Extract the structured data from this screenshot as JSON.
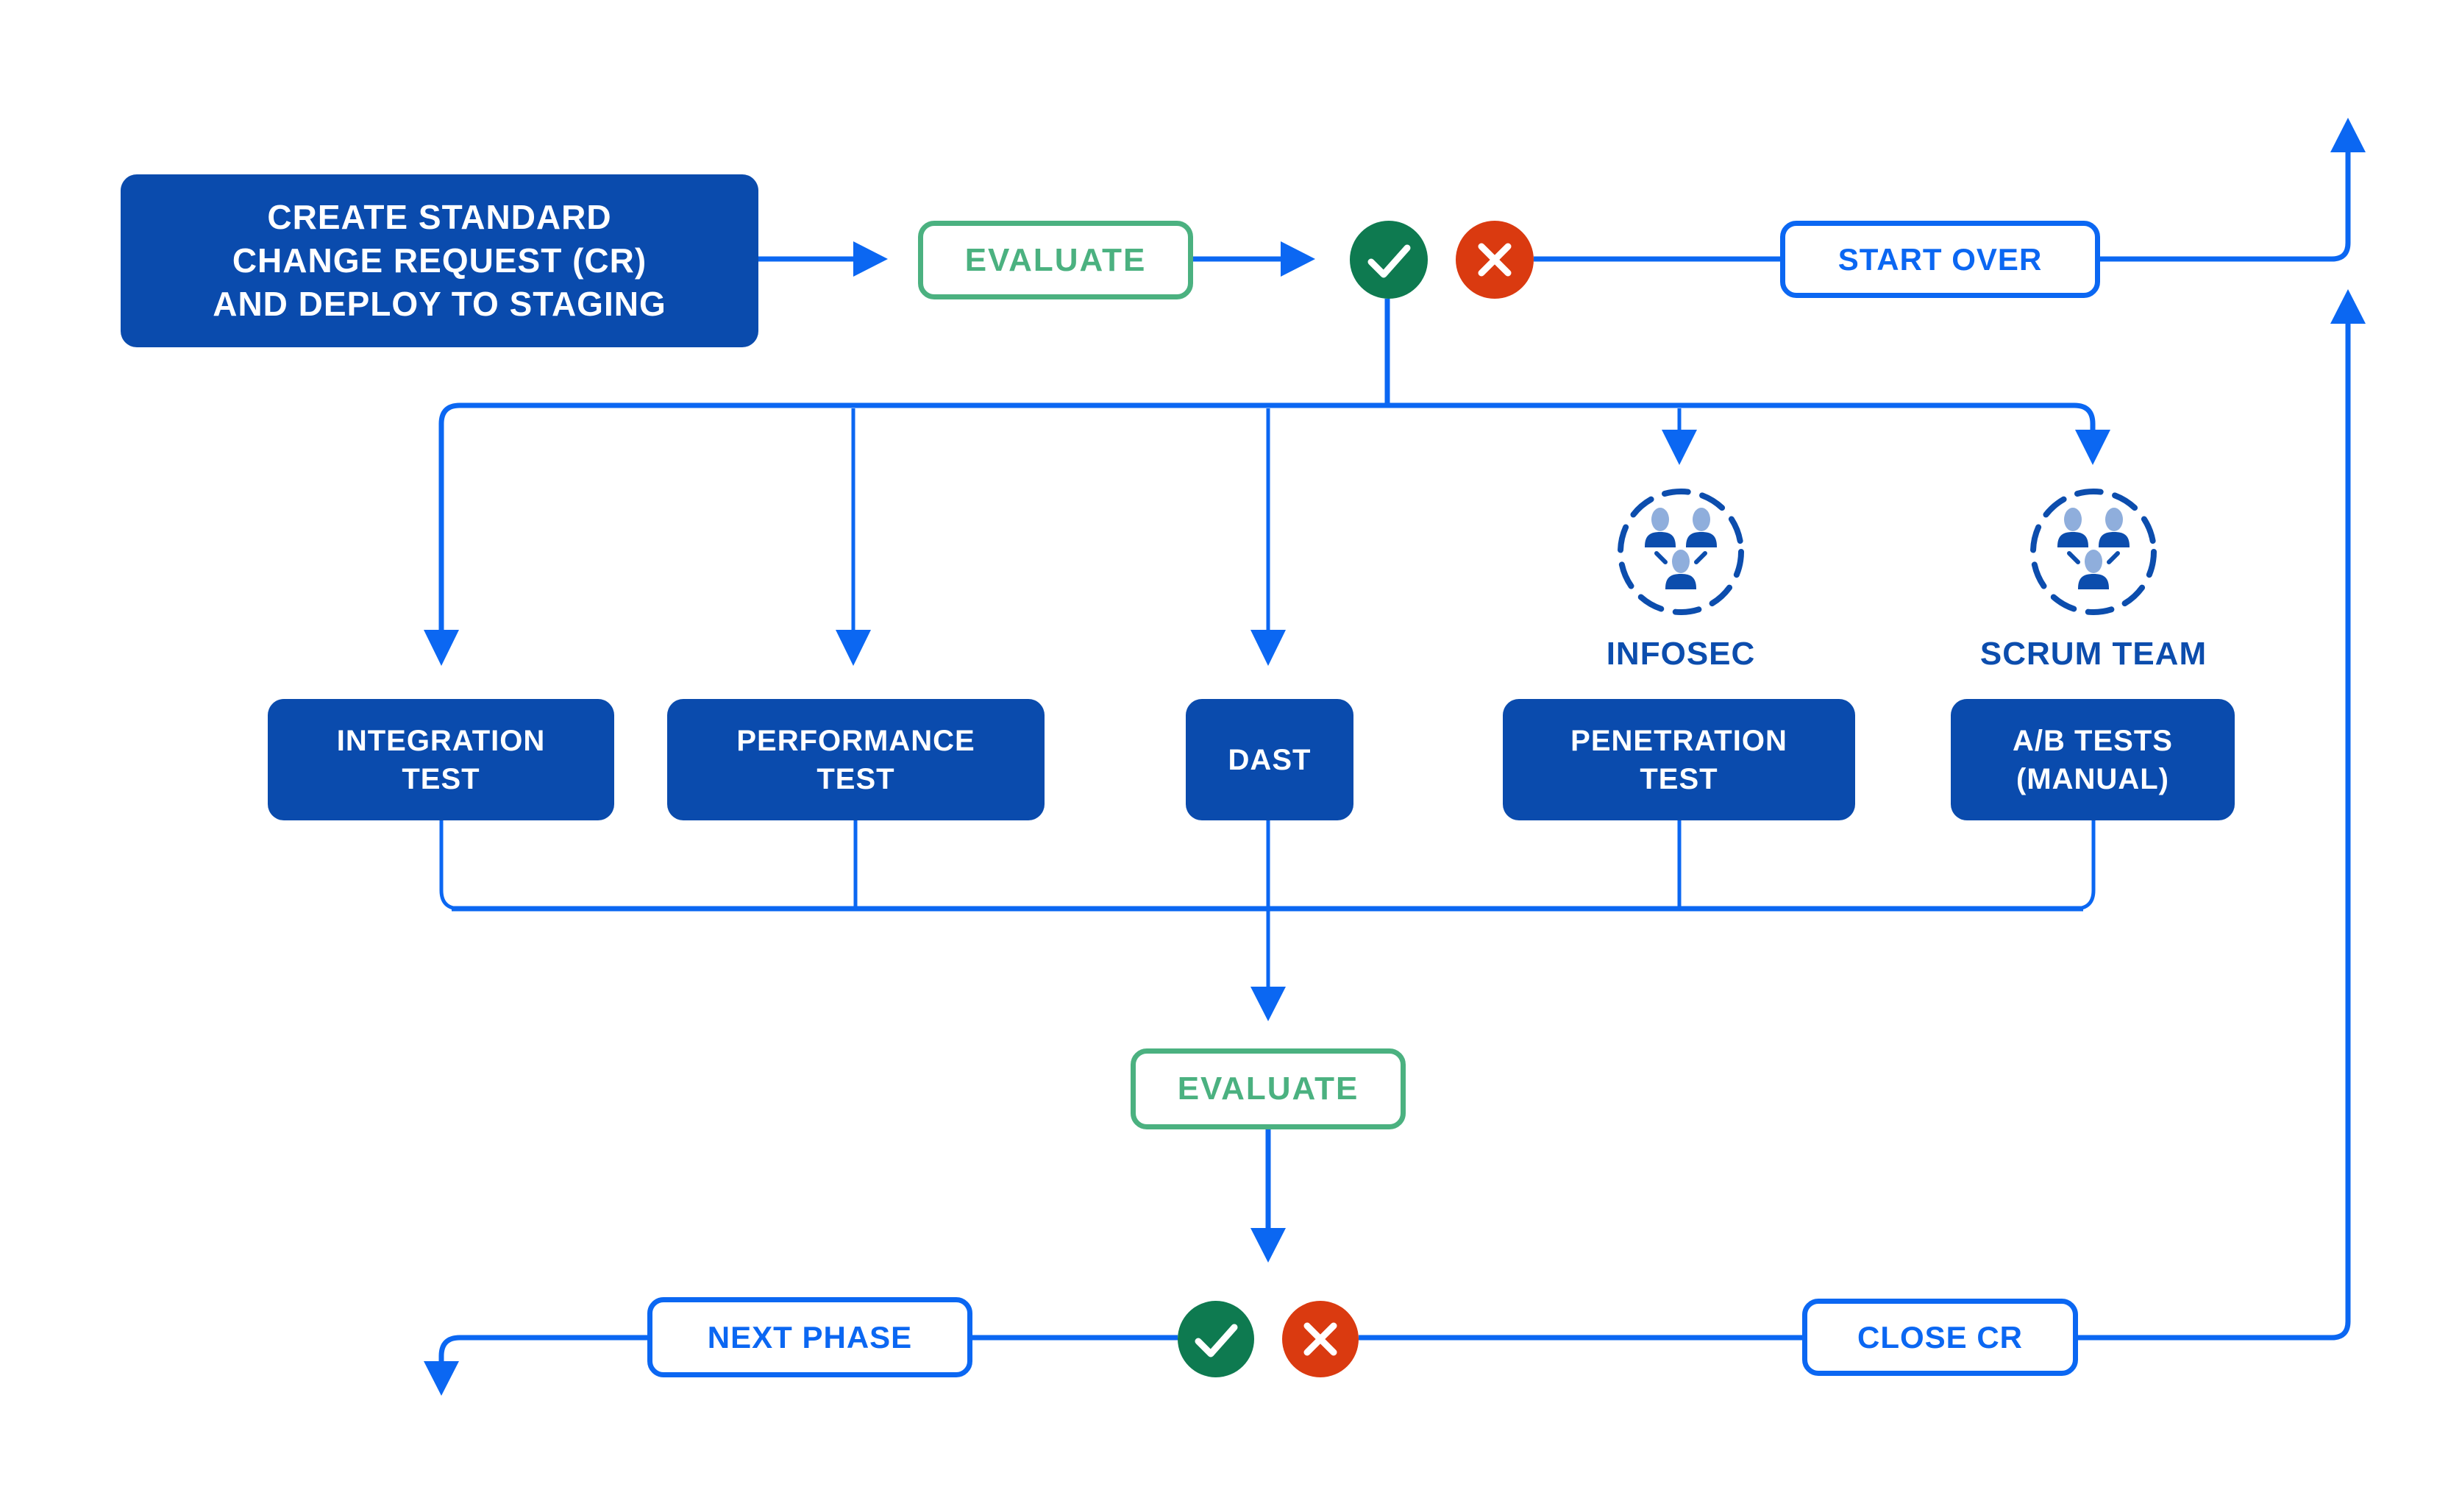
{
  "diagram": {
    "kind": "flowchart",
    "colors": {
      "background": "#FFFFFF",
      "connector_blue": "#0B67F2",
      "node_navy_fill": "#0A4BAD",
      "node_text_white": "#FFFFFF",
      "evaluate_green": "#4BB180",
      "pass_circle_green": "#0E7A50",
      "fail_circle_red": "#DA3A10",
      "team_icon_navy": "#0C4DAD",
      "team_icon_head_light_blue": "#8FAEDC"
    },
    "nodes": {
      "create_cr": {
        "label": "CREATE STANDARD\nCHANGE REQUEST (CR)\nAND DEPLOY TO STAGING"
      },
      "evaluate_top": {
        "label": "EVALUATE"
      },
      "start_over": {
        "label": "START OVER"
      },
      "integration_test": {
        "label": "INTEGRATION\nTEST"
      },
      "performance_test": {
        "label": "PERFORMANCE\nTEST"
      },
      "dast": {
        "label": "DAST"
      },
      "penetration_test": {
        "label": "PENETRATION\nTEST"
      },
      "ab_tests": {
        "label": "A/B TESTS\n(MANUAL)"
      },
      "infosec": {
        "label": "INFOSEC"
      },
      "scrum_team": {
        "label": "SCRUM TEAM"
      },
      "evaluate_bottom": {
        "label": "EVALUATE"
      },
      "next_phase": {
        "label": "NEXT PHASE"
      },
      "close_cr": {
        "label": "CLOSE CR"
      }
    },
    "icons": {
      "pass": "check-icon (white check in green circle)",
      "fail": "x-icon (white cross in red circle)",
      "team": "team-icon (three people in dashed circle)"
    }
  }
}
